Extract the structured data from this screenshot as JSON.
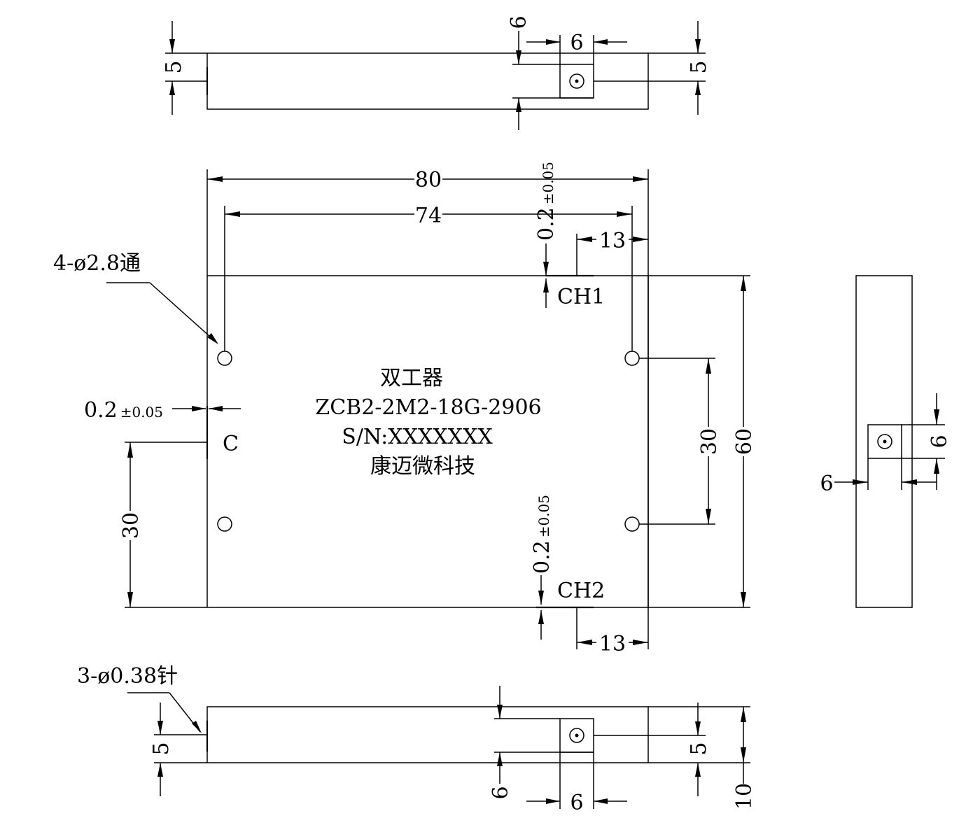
{
  "dimensions": {
    "top_left_5": "5",
    "top_connector_6_vertical": "6",
    "top_connector_6_width": "6",
    "top_right_5": "5",
    "width_80": "80",
    "width_74": "74",
    "ch1_offset_13": "13",
    "ch1_tolerance": "0.2",
    "ch2_offset_13": "13",
    "ch2_tolerance": "0.2",
    "tolerance_suffix": "±0.05",
    "c_tolerance": "0.2",
    "height_60": "60",
    "hole_spacing_right_30": "30",
    "c_height_left_30": "30",
    "bottom_left_5": "5",
    "bottom_connector_6_vertical": "6",
    "bottom_connector_6_width": "6",
    "bottom_right_5": "5",
    "bottom_height_10": "10",
    "side_6_horizontal": "6",
    "side_6_vertical": "6"
  },
  "labels": {
    "holes_note": "4-ø2.8通",
    "pins_note": "3-ø0.38针",
    "port_ch1": "CH1",
    "port_ch2": "CH2",
    "port_c": "C"
  },
  "product": {
    "name": "双工器",
    "model": "ZCB2-2M2-18G-2906",
    "serial": "S/N:XXXXXXX",
    "company": "康迈微科技"
  }
}
